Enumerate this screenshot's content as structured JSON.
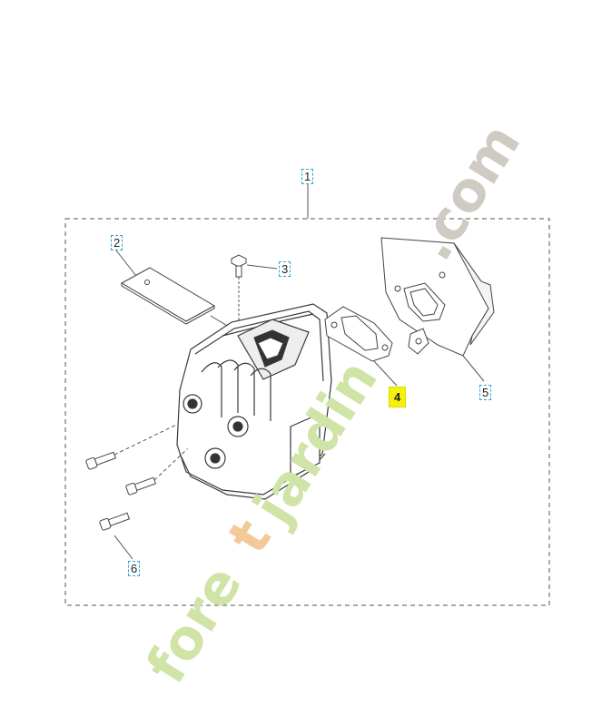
{
  "callouts": {
    "c1": "1",
    "c2": "2",
    "c3": "3",
    "c4": "4",
    "c5": "5",
    "c6": "6"
  },
  "watermark": {
    "part1": "fore",
    "part2": "t",
    "part3": "jardin",
    "part4": ".com"
  },
  "colors": {
    "line": "#4a4a4a",
    "frame": "#555555",
    "callout_border": "#29a8d6",
    "highlight": "#f5f20a",
    "wm_green": "#cfe4a6",
    "wm_orange": "#f3c99a",
    "wm_gray": "#cfcac2"
  }
}
